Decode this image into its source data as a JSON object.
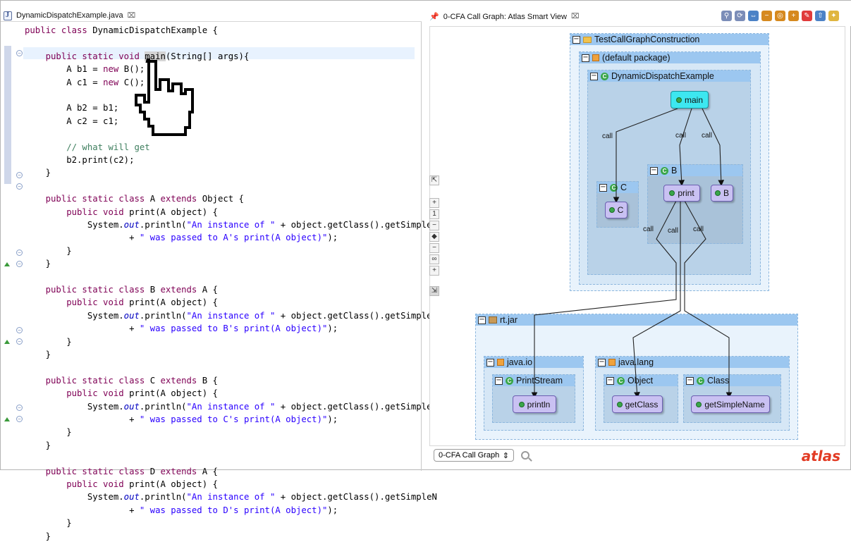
{
  "editor": {
    "tab_title": "DynamicDispatchExample.java",
    "lines": [
      {
        "segs": [
          [
            "kw",
            "public class "
          ],
          [
            "",
            "DynamicDispatchExample {"
          ]
        ]
      },
      {
        "segs": []
      },
      {
        "segs": [
          [
            "kw",
            "    public static void "
          ],
          [
            "hl",
            "main"
          ],
          [
            "",
            "(String[] args){"
          ]
        ]
      },
      {
        "segs": [
          [
            "",
            "        A b1 = "
          ],
          [
            "kw",
            "new "
          ],
          [
            "",
            "B();"
          ]
        ]
      },
      {
        "segs": [
          [
            "",
            "        A c1 = "
          ],
          [
            "kw",
            "new "
          ],
          [
            "",
            "C();"
          ]
        ]
      },
      {
        "segs": []
      },
      {
        "segs": [
          [
            "",
            "        A b2 = b1;"
          ]
        ]
      },
      {
        "segs": [
          [
            "",
            "        A c2 = c1;"
          ]
        ]
      },
      {
        "segs": []
      },
      {
        "segs": [
          [
            "cmt",
            "        // what will get"
          ]
        ]
      },
      {
        "segs": [
          [
            "",
            "        b2.print(c2);"
          ]
        ]
      },
      {
        "segs": [
          [
            "",
            "    }"
          ]
        ]
      },
      {
        "segs": []
      },
      {
        "segs": [
          [
            "kw",
            "    public static class "
          ],
          [
            "",
            "A "
          ],
          [
            "kw",
            "extends "
          ],
          [
            "",
            "Object {"
          ]
        ]
      },
      {
        "segs": [
          [
            "kw",
            "        public void "
          ],
          [
            "",
            "print(A object) {"
          ]
        ]
      },
      {
        "segs": [
          [
            "",
            "            System."
          ],
          [
            "it",
            "out"
          ],
          [
            "",
            ".println("
          ],
          [
            "str",
            "\"An instance of \""
          ],
          [
            "",
            " + object.getClass().getSimpleN"
          ]
        ]
      },
      {
        "segs": [
          [
            "",
            "                    + "
          ],
          [
            "str",
            "\" was passed to A's print(A object)\""
          ],
          [
            "",
            ");"
          ]
        ]
      },
      {
        "segs": [
          [
            "",
            "        }"
          ]
        ]
      },
      {
        "segs": [
          [
            "",
            "    }"
          ]
        ]
      },
      {
        "segs": []
      },
      {
        "segs": [
          [
            "kw",
            "    public static class "
          ],
          [
            "",
            "B "
          ],
          [
            "kw",
            "extends "
          ],
          [
            "",
            "A {"
          ]
        ]
      },
      {
        "segs": [
          [
            "kw",
            "        public void "
          ],
          [
            "",
            "print(A object) {"
          ]
        ]
      },
      {
        "segs": [
          [
            "",
            "            System."
          ],
          [
            "it",
            "out"
          ],
          [
            "",
            ".println("
          ],
          [
            "str",
            "\"An instance of \""
          ],
          [
            "",
            " + object.getClass().getSimpleN"
          ]
        ]
      },
      {
        "segs": [
          [
            "",
            "                    + "
          ],
          [
            "str",
            "\" was passed to B's print(A object)\""
          ],
          [
            "",
            ");"
          ]
        ]
      },
      {
        "segs": [
          [
            "",
            "        }"
          ]
        ]
      },
      {
        "segs": [
          [
            "",
            "    }"
          ]
        ]
      },
      {
        "segs": []
      },
      {
        "segs": [
          [
            "kw",
            "    public static class "
          ],
          [
            "",
            "C "
          ],
          [
            "kw",
            "extends "
          ],
          [
            "",
            "B {"
          ]
        ]
      },
      {
        "segs": [
          [
            "kw",
            "        public void "
          ],
          [
            "",
            "print(A object) {"
          ]
        ]
      },
      {
        "segs": [
          [
            "",
            "            System."
          ],
          [
            "it",
            "out"
          ],
          [
            "",
            ".println("
          ],
          [
            "str",
            "\"An instance of \""
          ],
          [
            "",
            " + object.getClass().getSimpleN"
          ]
        ]
      },
      {
        "segs": [
          [
            "",
            "                    + "
          ],
          [
            "str",
            "\" was passed to C's print(A object)\""
          ],
          [
            "",
            ");"
          ]
        ]
      },
      {
        "segs": [
          [
            "",
            "        }"
          ]
        ]
      },
      {
        "segs": [
          [
            "",
            "    }"
          ]
        ]
      },
      {
        "segs": []
      },
      {
        "segs": [
          [
            "kw",
            "    public static class "
          ],
          [
            "",
            "D "
          ],
          [
            "kw",
            "extends "
          ],
          [
            "",
            "A {"
          ]
        ]
      },
      {
        "segs": [
          [
            "kw",
            "        public void "
          ],
          [
            "",
            "print(A object) {"
          ]
        ]
      },
      {
        "segs": [
          [
            "",
            "            System."
          ],
          [
            "it",
            "out"
          ],
          [
            "",
            ".println("
          ],
          [
            "str",
            "\"An instance of \""
          ],
          [
            "",
            " + object.getClass().getSimpleN"
          ]
        ]
      },
      {
        "segs": [
          [
            "",
            "                    + "
          ],
          [
            "str",
            "\" was passed to D's print(A object)\""
          ],
          [
            "",
            ");"
          ]
        ]
      },
      {
        "segs": [
          [
            "",
            "        }"
          ]
        ]
      },
      {
        "segs": [
          [
            "",
            "    }"
          ]
        ]
      }
    ]
  },
  "graph": {
    "tab_title": "0-CFA Call Graph: Atlas Smart View",
    "project": "TestCallGraphConstruction",
    "default_package": "(default package)",
    "class_main": "DynamicDispatchExample",
    "node_main": "main",
    "class_b": "B",
    "class_c": "C",
    "node_print": "print",
    "node_b_ctor": "B",
    "node_c_ctor": "C",
    "rt_jar": "rt.jar",
    "pkg_io": "java.io",
    "pkg_lang": "java.lang",
    "class_printstream": "PrintStream",
    "class_object": "Object",
    "class_class": "Class",
    "node_println": "println",
    "node_getclass": "getClass",
    "node_getsimplename": "getSimpleName",
    "edge_label": "call",
    "view_select": "0-CFA Call Graph",
    "logo": "atlas",
    "zoom_items": [
      "+",
      "1",
      "−",
      "◆",
      "−",
      "∞",
      "+"
    ]
  },
  "colors": {
    "accent": "#e23b24",
    "node_fill": "#c9c1f2",
    "main_node_fill": "#3de7f0"
  }
}
